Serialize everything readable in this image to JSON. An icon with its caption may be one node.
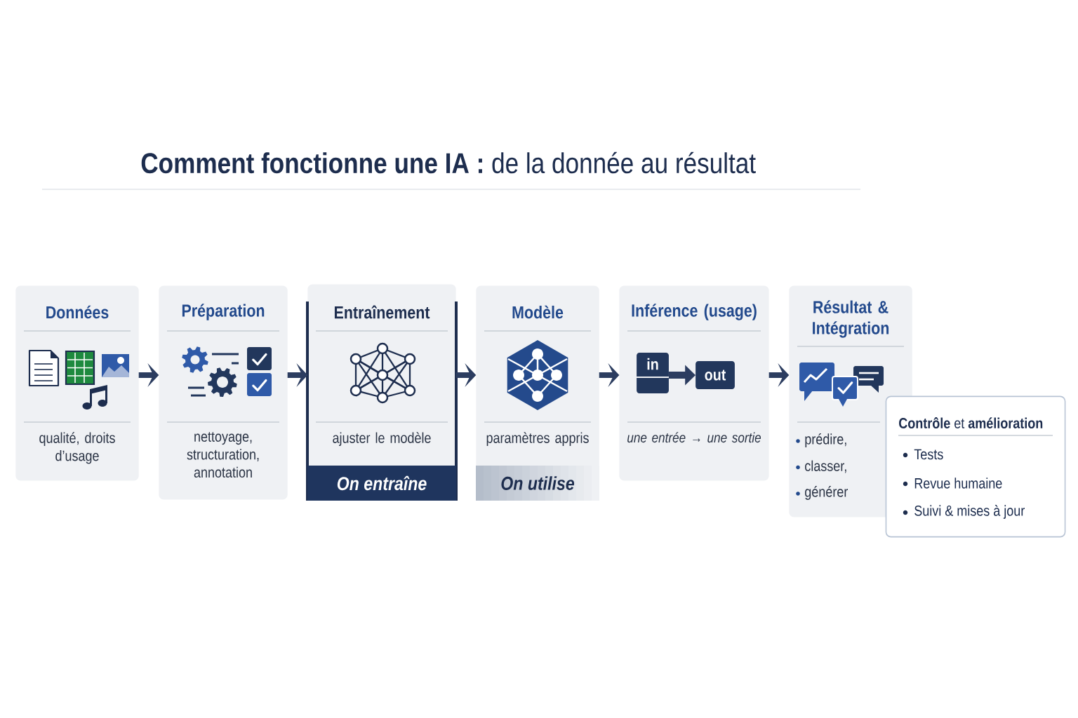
{
  "diagram": {
    "title": "**Comment fonctionne une IA :** de la donnée au résultat",
    "nodes": [
      {
        "text": [
          "Données",
          "qualité, droits d’usage"
        ]
      },
      {
        "text": [
          "Préparation",
          "nettoyage, structuration, annotation"
        ]
      },
      {
        "text": [
          "Entraînement",
          "ajuster le modèle",
          "On entraîne"
        ]
      },
      {
        "text": [
          "Modèle",
          "paramètres appris",
          "On utilise"
        ]
      },
      {
        "text": [
          "Inférence (usage)",
          "une entrée → une sortie"
        ]
      },
      {
        "text": [
          "in"
        ],
        "in": 4
      },
      {
        "text": [
          "out"
        ],
        "in": 4
      },
      {
        "text": [
          "Résultat & Intégration",
          "prédire,",
          "classer,",
          "générer"
        ]
      },
      {
        "text": [
          "**Contrôle** et **amélioration**",
          "Tests",
          "Revue humaine",
          "Suivi & mises à jour"
        ]
      }
    ],
    "edges": [
      {
        "from": 0,
        "to": 1,
        "arrow": "to"
      },
      {
        "from": 1,
        "to": 2,
        "arrow": "to"
      },
      {
        "from": 2,
        "to": 3,
        "arrow": "to"
      },
      {
        "from": 3,
        "to": 4,
        "arrow": "to"
      },
      {
        "from": 4,
        "to": 7,
        "arrow": "to"
      },
      {
        "from": 5,
        "to": 6,
        "arrow": "to"
      }
    ]
  }
}
